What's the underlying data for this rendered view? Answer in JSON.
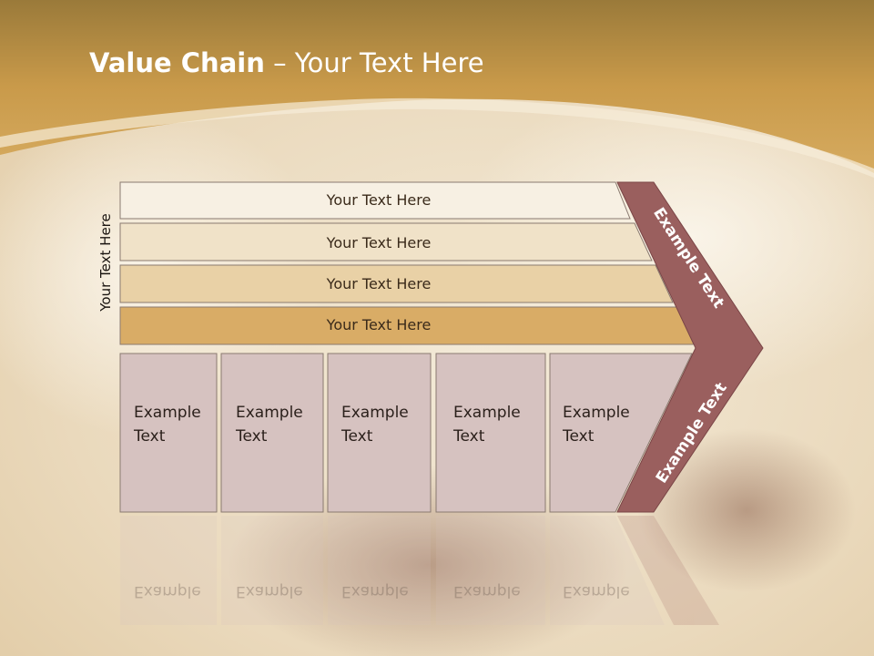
{
  "slide": {
    "title_bold": "Value Chain",
    "title_rest": " – Your Text Here",
    "side_label": "Your Text Here"
  },
  "rows": [
    {
      "label": "Your Text Here",
      "fill": "#f7f0e3"
    },
    {
      "label": "Your Text Here",
      "fill": "#f0e2c8"
    },
    {
      "label": "Your Text Here",
      "fill": "#e9d1a6"
    },
    {
      "label": "Your Text Here",
      "fill": "#d9ac66"
    }
  ],
  "activities": [
    {
      "line1": "Example",
      "line2": "Text"
    },
    {
      "line1": "Example",
      "line2": "Text"
    },
    {
      "line1": "Example",
      "line2": "Text"
    },
    {
      "line1": "Example",
      "line2": "Text"
    },
    {
      "line1": "Example",
      "line2": "Text"
    }
  ],
  "chevron": {
    "upper_label": "Example Text",
    "lower_label": "Example Text",
    "fill": "#9a5f5e"
  },
  "colors": {
    "header_band": "#c99a4a",
    "activity_fill": "#d6c2c0",
    "outline": "#8a7a70"
  }
}
